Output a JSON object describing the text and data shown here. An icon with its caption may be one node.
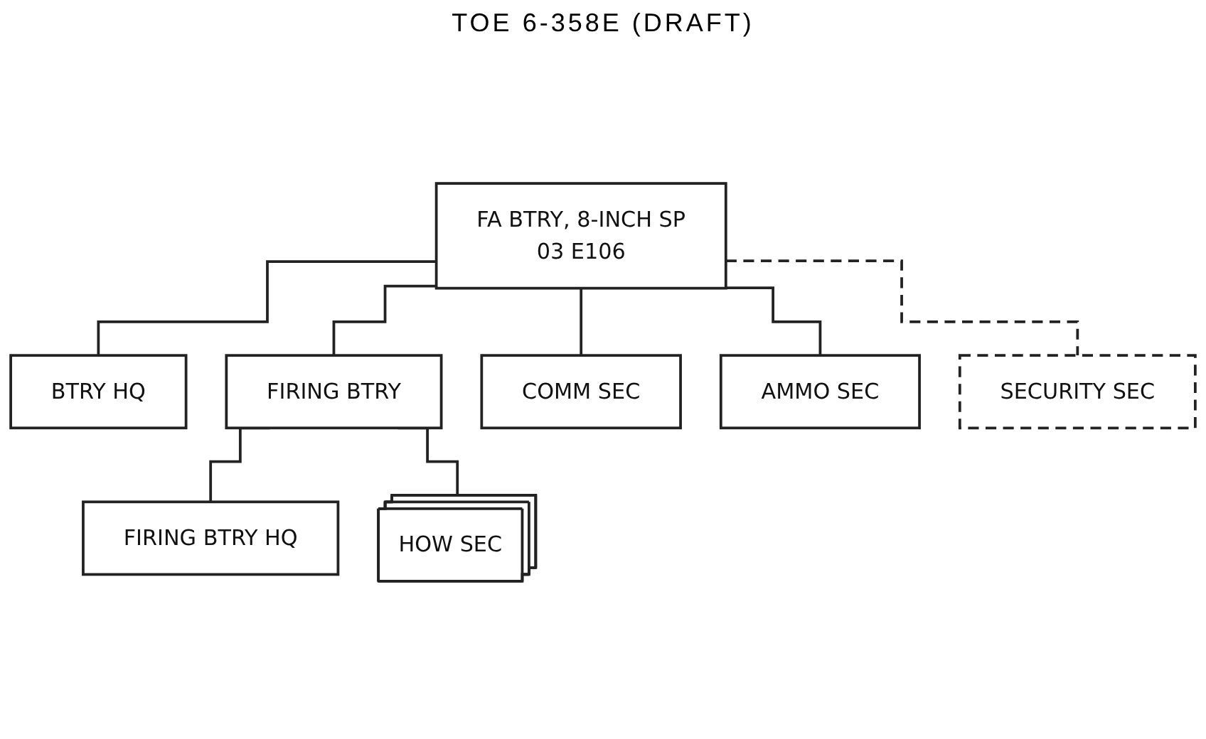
{
  "diagram": {
    "title": "TOE 6-358E (DRAFT)",
    "nodes": [
      {
        "text": [
          "FA BTRY, 8-INCH SP",
          "03 E106"
        ]
      },
      {
        "text": [
          "BTRY HQ"
        ]
      },
      {
        "text": [
          "FIRING BTRY"
        ]
      },
      {
        "text": [
          "COMM SEC"
        ]
      },
      {
        "text": [
          "AMMO SEC"
        ]
      },
      {
        "text": [
          "FIRING BTRY HQ"
        ]
      },
      {
        "text": [
          "HOW SEC"
        ]
      },
      {
        "text": [
          "SECURITY SEC"
        ]
      }
    ],
    "edges": [
      {
        "from": 0,
        "to": 1,
        "arrow": "none"
      },
      {
        "from": 0,
        "to": 2,
        "arrow": "none"
      },
      {
        "from": 0,
        "to": 3,
        "arrow": "none"
      },
      {
        "from": 0,
        "to": 4,
        "arrow": "none"
      },
      {
        "from": 0,
        "to": 7,
        "arrow": "none",
        "style": "dashed"
      },
      {
        "from": 2,
        "to": 5,
        "arrow": "none"
      },
      {
        "from": 2,
        "to": 6,
        "arrow": "none"
      }
    ]
  }
}
